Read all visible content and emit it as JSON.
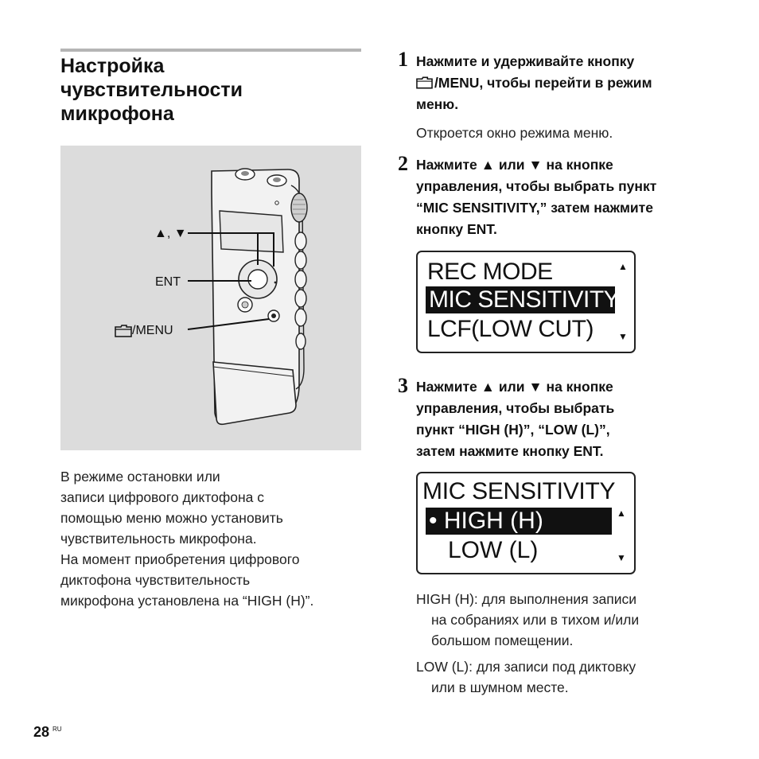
{
  "section": {
    "title_lines": [
      "Настройка",
      "чувствительности",
      "микрофона"
    ]
  },
  "figure": {
    "label_updown": "▲, ▼",
    "label_ent": "ENT",
    "label_menu": "/MENU"
  },
  "intro": {
    "lines": [
      "В режиме остановки или",
      "записи цифрового диктофона с",
      "помощью меню можно установить",
      "чувствительность микрофона.",
      "На момент приобретения цифрового",
      "диктофона чувствительность",
      "микрофона установлена на “HIGH (H)”."
    ]
  },
  "steps": [
    {
      "number": "1",
      "lines": [
        "Нажмите и удерживайте кнопку",
        "/MENU, чтобы перейти в режим",
        "меню."
      ],
      "note": "Откроется окно режима меню."
    },
    {
      "number": "2",
      "lines": [
        "Нажмите ▲ или ▼ на кнопке",
        "управления, чтобы выбрать пункт",
        "“MIC SENSITIVITY,” затем нажмите",
        "кнопку ENT."
      ],
      "display": {
        "rows": [
          "REC MODE",
          "MIC SENSITIVITY",
          "LCF(LOW CUT)"
        ],
        "selected_index": 1
      }
    },
    {
      "number": "3",
      "lines": [
        "Нажмите ▲ или ▼ на кнопке",
        "управления, чтобы выбрать",
        "пункт “HIGH (H)”, “LOW (L)”,",
        "затем нажмите кнопку ENT."
      ],
      "display": {
        "header": "MIC SENSITIVITY",
        "rows": [
          "• HIGH (H)",
          "LOW (L)"
        ],
        "selected_index": 0
      }
    }
  ],
  "definitions": [
    {
      "lines": [
        "HIGH (H): для выполнения записи",
        "на собраниях или в тихом и/или",
        "большом помещении."
      ]
    },
    {
      "lines": [
        "LOW (L): для записи под диктовку",
        "или в шумном месте."
      ]
    }
  ],
  "footer": {
    "page_number": "28",
    "lang": "RU"
  }
}
